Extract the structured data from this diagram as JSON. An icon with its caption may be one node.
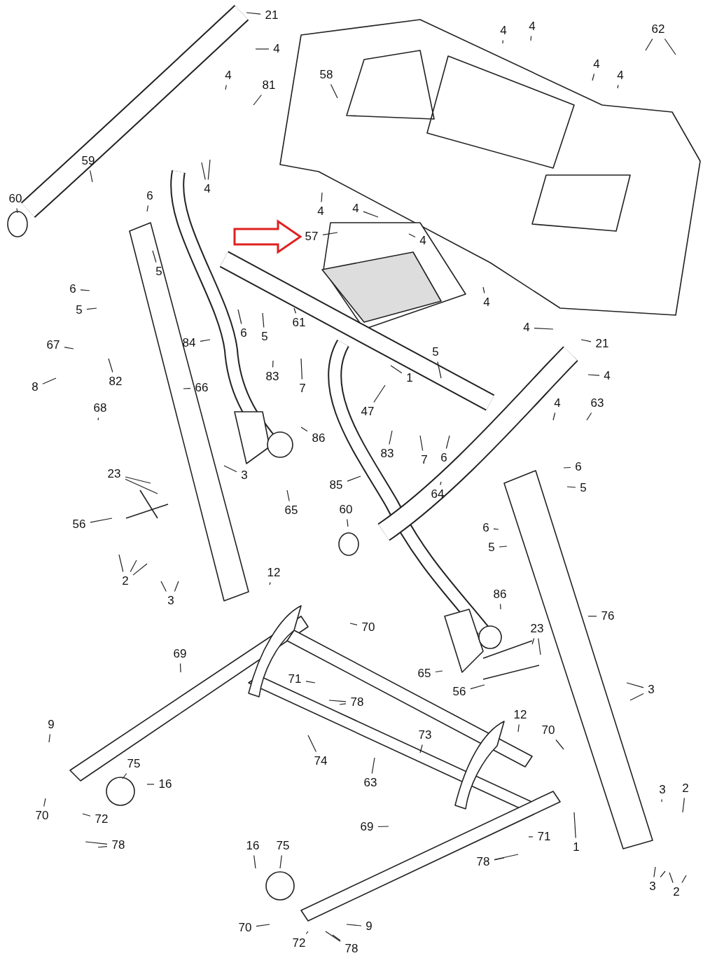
{
  "diagram": {
    "nodes": [
      {
        "text": [
          "21"
        ]
      },
      {
        "text": [
          "4"
        ]
      },
      {
        "text": [
          "4"
        ]
      },
      {
        "text": [
          "81"
        ]
      },
      {
        "text": [
          "59"
        ]
      },
      {
        "text": [
          "4"
        ]
      },
      {
        "text": [
          "58"
        ]
      },
      {
        "text": [
          "4"
        ]
      },
      {
        "text": [
          "4"
        ]
      },
      {
        "text": [
          "62"
        ]
      },
      {
        "text": [
          "4"
        ]
      },
      {
        "text": [
          "4"
        ]
      },
      {
        "text": [
          "60"
        ]
      },
      {
        "text": [
          "6"
        ]
      },
      {
        "text": [
          "5"
        ]
      },
      {
        "text": [
          "4"
        ]
      },
      {
        "text": [
          "4"
        ]
      },
      {
        "text": [
          "57"
        ]
      },
      {
        "text": [
          "4"
        ]
      },
      {
        "text": [
          "6"
        ]
      },
      {
        "text": [
          "5"
        ]
      },
      {
        "text": [
          "4"
        ]
      },
      {
        "text": [
          "6"
        ]
      },
      {
        "text": [
          "5"
        ]
      },
      {
        "text": [
          "61"
        ]
      },
      {
        "text": [
          "67"
        ]
      },
      {
        "text": [
          "82"
        ]
      },
      {
        "text": [
          "84"
        ]
      },
      {
        "text": [
          "66"
        ]
      },
      {
        "text": [
          "8"
        ]
      },
      {
        "text": [
          "83"
        ]
      },
      {
        "text": [
          "7"
        ]
      },
      {
        "text": [
          "1"
        ]
      },
      {
        "text": [
          "47"
        ]
      },
      {
        "text": [
          "21"
        ]
      },
      {
        "text": [
          "4"
        ]
      },
      {
        "text": [
          "4"
        ]
      },
      {
        "text": [
          "5"
        ]
      },
      {
        "text": [
          "68"
        ]
      },
      {
        "text": [
          "86"
        ]
      },
      {
        "text": [
          "63"
        ]
      },
      {
        "text": [
          "4"
        ]
      },
      {
        "text": [
          "83"
        ]
      },
      {
        "text": [
          "7"
        ]
      },
      {
        "text": [
          "6"
        ]
      },
      {
        "text": [
          "3"
        ]
      },
      {
        "text": [
          "23"
        ]
      },
      {
        "text": [
          "6"
        ]
      },
      {
        "text": [
          "5"
        ]
      },
      {
        "text": [
          "65"
        ]
      },
      {
        "text": [
          "85"
        ]
      },
      {
        "text": [
          "64"
        ]
      },
      {
        "text": [
          "56"
        ]
      },
      {
        "text": [
          "6"
        ]
      },
      {
        "text": [
          "5"
        ]
      },
      {
        "text": [
          "60"
        ]
      },
      {
        "text": [
          "2"
        ]
      },
      {
        "text": [
          "3"
        ]
      },
      {
        "text": [
          "12"
        ]
      },
      {
        "text": [
          "76"
        ]
      },
      {
        "text": [
          "86"
        ]
      },
      {
        "text": [
          "70"
        ]
      },
      {
        "text": [
          "69"
        ]
      },
      {
        "text": [
          "23"
        ]
      },
      {
        "text": [
          "65"
        ]
      },
      {
        "text": [
          "56"
        ]
      },
      {
        "text": [
          "71"
        ]
      },
      {
        "text": [
          "78"
        ]
      },
      {
        "text": [
          "3"
        ]
      },
      {
        "text": [
          "12"
        ]
      },
      {
        "text": [
          "70"
        ]
      },
      {
        "text": [
          "9"
        ]
      },
      {
        "text": [
          "73"
        ]
      },
      {
        "text": [
          "74"
        ]
      },
      {
        "text": [
          "63"
        ]
      },
      {
        "text": [
          "75"
        ]
      },
      {
        "text": [
          "16"
        ]
      },
      {
        "text": [
          "70"
        ]
      },
      {
        "text": [
          "72"
        ]
      },
      {
        "text": [
          "78"
        ]
      },
      {
        "text": [
          "69"
        ]
      },
      {
        "text": [
          "1"
        ]
      },
      {
        "text": [
          "71"
        ]
      },
      {
        "text": [
          "3"
        ]
      },
      {
        "text": [
          "2"
        ]
      },
      {
        "text": [
          "78"
        ]
      },
      {
        "text": [
          "3"
        ]
      },
      {
        "text": [
          "2"
        ]
      },
      {
        "text": [
          "16"
        ]
      },
      {
        "text": [
          "75"
        ]
      },
      {
        "text": [
          "70"
        ]
      },
      {
        "text": [
          "72"
        ]
      },
      {
        "text": [
          "78"
        ]
      },
      {
        "text": [
          "9"
        ]
      }
    ],
    "edges": [
      {
        "from": 0,
        "to": null,
        "arrow": "none"
      },
      {
        "from": 1,
        "to": null,
        "arrow": "none"
      },
      {
        "from": 2,
        "to": null,
        "arrow": "none"
      },
      {
        "from": 3,
        "to": null,
        "arrow": "none"
      },
      {
        "from": 4,
        "to": null,
        "arrow": "none"
      },
      {
        "from": 5,
        "to": null,
        "arrow": "none"
      },
      {
        "from": 5,
        "to": null,
        "arrow": "none"
      },
      {
        "from": 6,
        "to": null,
        "arrow": "none"
      },
      {
        "from": 7,
        "to": null,
        "arrow": "none"
      },
      {
        "from": 8,
        "to": null,
        "arrow": "none"
      },
      {
        "from": 9,
        "to": null,
        "arrow": "none"
      },
      {
        "from": 9,
        "to": null,
        "arrow": "none"
      },
      {
        "from": 10,
        "to": null,
        "arrow": "none"
      },
      {
        "from": 11,
        "to": null,
        "arrow": "none"
      },
      {
        "from": 12,
        "to": null,
        "arrow": "none"
      },
      {
        "from": 13,
        "to": null,
        "arrow": "none"
      },
      {
        "from": 14,
        "to": null,
        "arrow": "none"
      },
      {
        "from": 15,
        "to": null,
        "arrow": "none"
      },
      {
        "from": 16,
        "to": null,
        "arrow": "none"
      },
      {
        "from": 17,
        "to": null,
        "arrow": "none"
      },
      {
        "from": 18,
        "to": null,
        "arrow": "none"
      },
      {
        "from": 19,
        "to": null,
        "arrow": "none"
      },
      {
        "from": 20,
        "to": null,
        "arrow": "none"
      },
      {
        "from": 21,
        "to": null,
        "arrow": "none"
      },
      {
        "from": 22,
        "to": null,
        "arrow": "none"
      },
      {
        "from": 23,
        "to": null,
        "arrow": "none"
      },
      {
        "from": 24,
        "to": null,
        "arrow": "none"
      },
      {
        "from": 25,
        "to": null,
        "arrow": "none"
      },
      {
        "from": 26,
        "to": null,
        "arrow": "none"
      },
      {
        "from": 27,
        "to": null,
        "arrow": "none"
      },
      {
        "from": 28,
        "to": null,
        "arrow": "none"
      },
      {
        "from": 29,
        "to": null,
        "arrow": "none"
      },
      {
        "from": 30,
        "to": null,
        "arrow": "none"
      },
      {
        "from": 31,
        "to": null,
        "arrow": "none"
      },
      {
        "from": 32,
        "to": null,
        "arrow": "none"
      },
      {
        "from": 33,
        "to": null,
        "arrow": "none"
      },
      {
        "from": 34,
        "to": null,
        "arrow": "none"
      },
      {
        "from": 35,
        "to": null,
        "arrow": "none"
      },
      {
        "from": 36,
        "to": null,
        "arrow": "none"
      },
      {
        "from": 37,
        "to": null,
        "arrow": "none"
      },
      {
        "from": 38,
        "to": null,
        "arrow": "none"
      },
      {
        "from": 39,
        "to": null,
        "arrow": "none"
      },
      {
        "from": 40,
        "to": null,
        "arrow": "none"
      },
      {
        "from": 41,
        "to": null,
        "arrow": "none"
      },
      {
        "from": 42,
        "to": null,
        "arrow": "none"
      },
      {
        "from": 43,
        "to": null,
        "arrow": "none"
      },
      {
        "from": 44,
        "to": null,
        "arrow": "none"
      },
      {
        "from": 45,
        "to": null,
        "arrow": "none"
      },
      {
        "from": 46,
        "to": null,
        "arrow": "none"
      },
      {
        "from": 46,
        "to": null,
        "arrow": "none"
      },
      {
        "from": 47,
        "to": null,
        "arrow": "none"
      },
      {
        "from": 48,
        "to": null,
        "arrow": "none"
      },
      {
        "from": 49,
        "to": null,
        "arrow": "none"
      },
      {
        "from": 50,
        "to": null,
        "arrow": "none"
      },
      {
        "from": 51,
        "to": null,
        "arrow": "none"
      },
      {
        "from": 52,
        "to": null,
        "arrow": "none"
      },
      {
        "from": 53,
        "to": null,
        "arrow": "none"
      },
      {
        "from": 54,
        "to": null,
        "arrow": "none"
      },
      {
        "from": 55,
        "to": null,
        "arrow": "none"
      },
      {
        "from": 56,
        "to": null,
        "arrow": "none"
      },
      {
        "from": 56,
        "to": null,
        "arrow": "none"
      },
      {
        "from": 56,
        "to": null,
        "arrow": "none"
      },
      {
        "from": 57,
        "to": null,
        "arrow": "none"
      },
      {
        "from": 57,
        "to": null,
        "arrow": "none"
      },
      {
        "from": 58,
        "to": null,
        "arrow": "none"
      },
      {
        "from": 59,
        "to": null,
        "arrow": "none"
      },
      {
        "from": 60,
        "to": null,
        "arrow": "none"
      },
      {
        "from": 61,
        "to": null,
        "arrow": "none"
      },
      {
        "from": 62,
        "to": null,
        "arrow": "none"
      },
      {
        "from": 63,
        "to": null,
        "arrow": "none"
      },
      {
        "from": 63,
        "to": null,
        "arrow": "none"
      },
      {
        "from": 64,
        "to": null,
        "arrow": "none"
      },
      {
        "from": 65,
        "to": null,
        "arrow": "none"
      },
      {
        "from": 66,
        "to": null,
        "arrow": "none"
      },
      {
        "from": 67,
        "to": null,
        "arrow": "none"
      },
      {
        "from": 67,
        "to": null,
        "arrow": "none"
      },
      {
        "from": 68,
        "to": null,
        "arrow": "none"
      },
      {
        "from": 68,
        "to": null,
        "arrow": "none"
      },
      {
        "from": 69,
        "to": null,
        "arrow": "none"
      },
      {
        "from": 70,
        "to": null,
        "arrow": "none"
      },
      {
        "from": 71,
        "to": null,
        "arrow": "none"
      },
      {
        "from": 72,
        "to": null,
        "arrow": "none"
      },
      {
        "from": 73,
        "to": null,
        "arrow": "none"
      },
      {
        "from": 74,
        "to": null,
        "arrow": "none"
      },
      {
        "from": 75,
        "to": null,
        "arrow": "none"
      },
      {
        "from": 76,
        "to": null,
        "arrow": "none"
      },
      {
        "from": 77,
        "to": null,
        "arrow": "none"
      },
      {
        "from": 78,
        "to": null,
        "arrow": "none"
      },
      {
        "from": 79,
        "to": null,
        "arrow": "none"
      },
      {
        "from": 79,
        "to": null,
        "arrow": "none"
      },
      {
        "from": 80,
        "to": null,
        "arrow": "none"
      },
      {
        "from": 81,
        "to": null,
        "arrow": "none"
      },
      {
        "from": 82,
        "to": null,
        "arrow": "none"
      },
      {
        "from": 83,
        "to": null,
        "arrow": "none"
      },
      {
        "from": 84,
        "to": null,
        "arrow": "none"
      },
      {
        "from": 85,
        "to": null,
        "arrow": "none"
      },
      {
        "from": 85,
        "to": null,
        "arrow": "none"
      },
      {
        "from": 86,
        "to": null,
        "arrow": "none"
      },
      {
        "from": 86,
        "to": null,
        "arrow": "none"
      },
      {
        "from": 87,
        "to": null,
        "arrow": "none"
      },
      {
        "from": 87,
        "to": null,
        "arrow": "none"
      },
      {
        "from": 88,
        "to": null,
        "arrow": "none"
      },
      {
        "from": 89,
        "to": null,
        "arrow": "none"
      },
      {
        "from": 90,
        "to": null,
        "arrow": "none"
      },
      {
        "from": 91,
        "to": null,
        "arrow": "none"
      },
      {
        "from": 92,
        "to": null,
        "arrow": "none"
      },
      {
        "from": 92,
        "to": null,
        "arrow": "none"
      },
      {
        "from": 93,
        "to": null,
        "arrow": "none"
      },
      {
        "from": null,
        "to": 17,
        "arrow": "to",
        "style": "thick",
        "color": "#e02020"
      }
    ]
  }
}
